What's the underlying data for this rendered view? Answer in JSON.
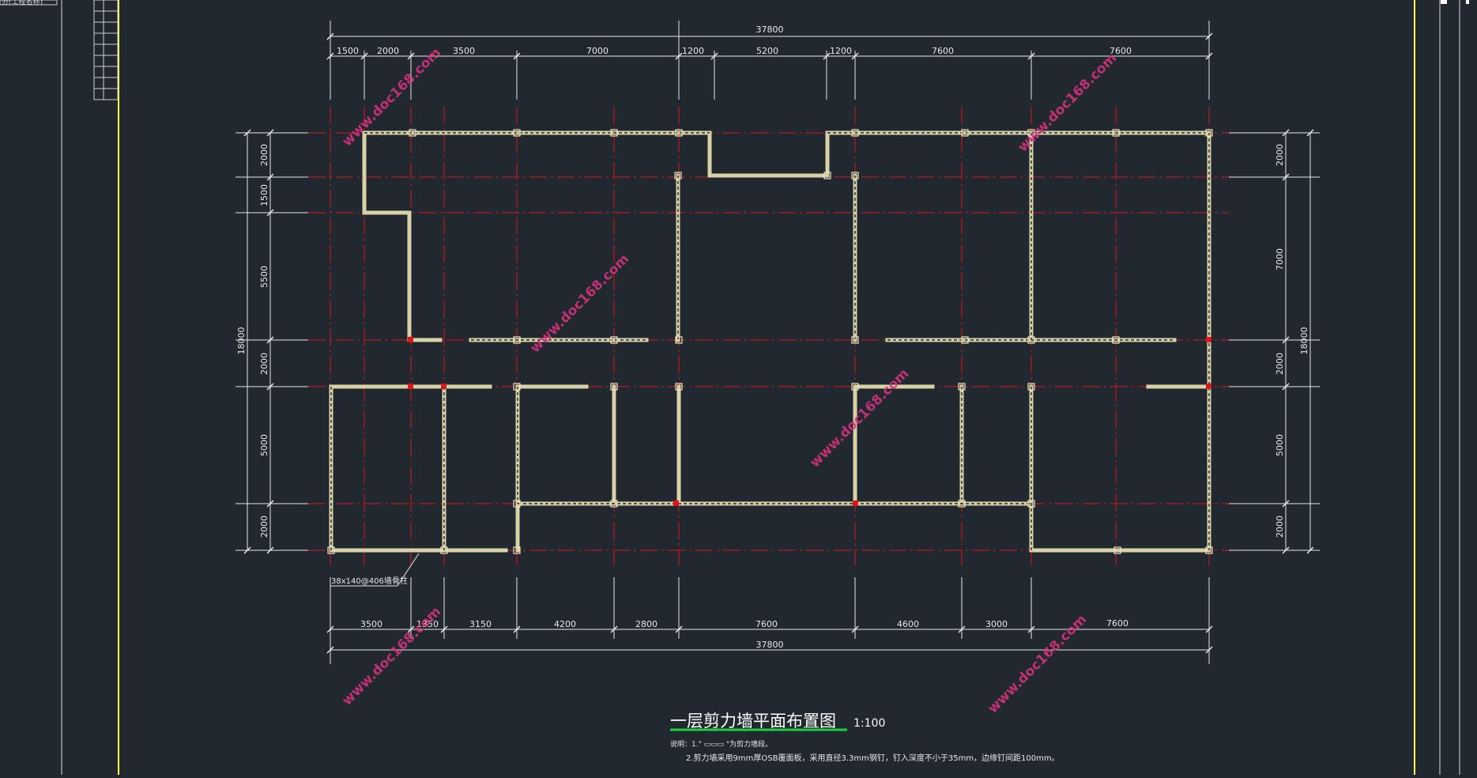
{
  "title_block": {
    "top_left_label": "分[工程名称]"
  },
  "drawing": {
    "title": "一层剪力墙平面布置图",
    "scale": "1:100",
    "notes": [
      "说明：1.\" ▭▭▭ \"为剪力墙段。",
      "2.剪力墙采用9mm厚OSB覆面板，采用直径3.3mm钢钉，钉入深度不小于35mm，边缘钉间距100mm。"
    ],
    "callout": "38x140@406墙骨柱"
  },
  "dimensions": {
    "top_total": "37800",
    "top_segments": [
      "1500",
      "2000",
      "3500",
      "7000",
      "1200",
      "5200",
      "1200",
      "7600",
      "7600"
    ],
    "bottom_segments": [
      "3500",
      "1350",
      "3150",
      "4200",
      "2800",
      "7600",
      "4600",
      "3000",
      "7600"
    ],
    "bottom_total": "37800",
    "left_segments": [
      "2000",
      "1500",
      "5500",
      "2000",
      "5000",
      "2000"
    ],
    "left_total": "18000",
    "right_segments": [
      "2000",
      "7000",
      "2000",
      "5000",
      "2000"
    ],
    "right_total": "18000"
  },
  "watermarks": [
    "www.doc168.com",
    "www.doc168.com",
    "www.doc168.com",
    "www.doc168.com",
    "www.doc168.com",
    "www.doc168.com"
  ],
  "colors": {
    "background": "#212830",
    "grid_axis": "#e0141c",
    "wall": "#d8d2a6",
    "frame": "#ffff2a",
    "dimension": "#e8e8e8",
    "watermark": "#d6327e",
    "title_underline": "#17d43b"
  }
}
